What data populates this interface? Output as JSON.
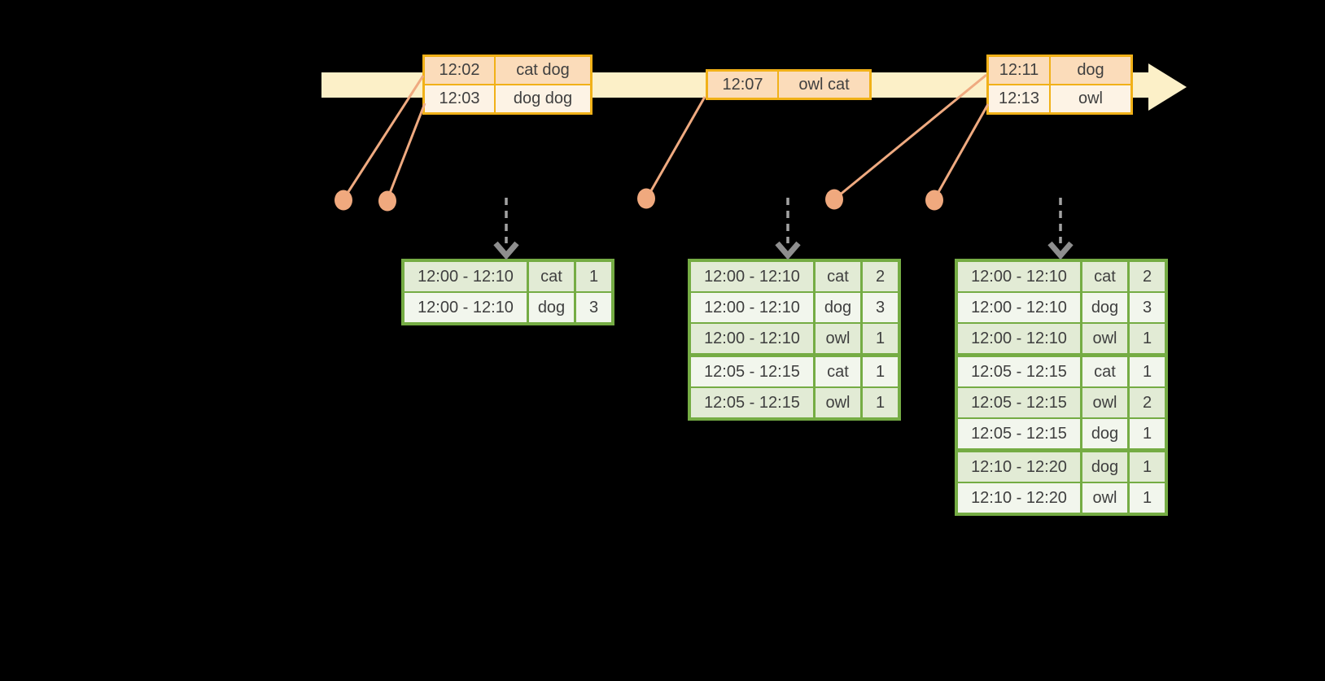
{
  "colors": {
    "band": "#fcf0c8",
    "gold": "#f1b118",
    "peach_dark": "#fbdcba",
    "peach_light": "#fdf3e5",
    "salmon": "#efaa80",
    "salmon_dot": "#f0a97e",
    "green": "#75ac44",
    "green_dark": "#e2ebd5",
    "green_light": "#f2f6ed",
    "gray": "#a3a3a3",
    "gray_dark": "#8e8e8e",
    "text": "#3f3f3f"
  },
  "timeline": {
    "events": [
      {
        "name": "event-group-1",
        "rows": [
          [
            "12:02",
            "cat dog"
          ],
          [
            "12:03",
            "dog dog"
          ]
        ]
      },
      {
        "name": "event-group-2",
        "rows": [
          [
            "12:07",
            "owl cat"
          ]
        ]
      },
      {
        "name": "event-group-3",
        "rows": [
          [
            "12:11",
            "dog"
          ],
          [
            "12:13",
            "owl"
          ]
        ]
      }
    ]
  },
  "result_tables": [
    {
      "name": "result-table-1",
      "rows": [
        [
          "12:00 - 12:10",
          "cat",
          "1"
        ],
        [
          "12:00 - 12:10",
          "dog",
          "3"
        ]
      ]
    },
    {
      "name": "result-table-2",
      "rows": [
        [
          "12:00 - 12:10",
          "cat",
          "2"
        ],
        [
          "12:00 - 12:10",
          "dog",
          "3"
        ],
        [
          "12:00 - 12:10",
          "owl",
          "1"
        ],
        [
          "12:05 - 12:15",
          "cat",
          "1"
        ],
        [
          "12:05 - 12:15",
          "owl",
          "1"
        ]
      ]
    },
    {
      "name": "result-table-3",
      "rows": [
        [
          "12:00 - 12:10",
          "cat",
          "2"
        ],
        [
          "12:00 - 12:10",
          "dog",
          "3"
        ],
        [
          "12:00 - 12:10",
          "owl",
          "1"
        ],
        [
          "12:05 - 12:15",
          "cat",
          "1"
        ],
        [
          "12:05 - 12:15",
          "owl",
          "2"
        ],
        [
          "12:05 - 12:15",
          "dog",
          "1"
        ],
        [
          "12:10 - 12:20",
          "dog",
          "1"
        ],
        [
          "12:10 - 12:20",
          "owl",
          "1"
        ]
      ]
    }
  ]
}
